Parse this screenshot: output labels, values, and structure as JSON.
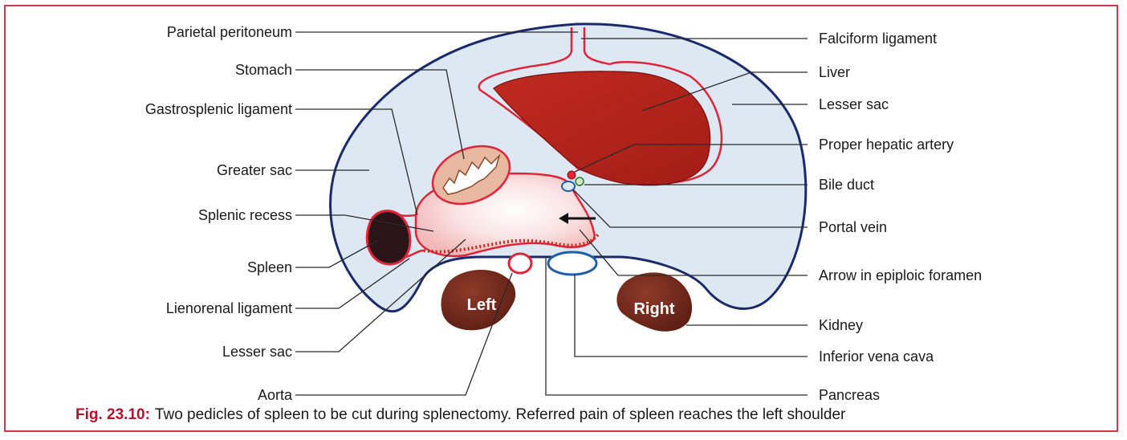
{
  "labels_left": {
    "parietal_peritoneum": "Parietal peritoneum",
    "stomach": "Stomach",
    "gastrosplenic_ligament": "Gastrosplenic ligament",
    "greater_sac": "Greater sac",
    "splenic_recess": "Splenic recess",
    "spleen": "Spleen",
    "lienorenal_ligament": "Lienorenal ligament",
    "lesser_sac": "Lesser sac",
    "aorta": "Aorta"
  },
  "labels_right": {
    "falciform_ligament": "Falciform ligament",
    "liver": "Liver",
    "lesser_sac": "Lesser sac",
    "proper_hepatic_artery": "Proper hepatic artery",
    "bile_duct": "Bile duct",
    "portal_vein": "Portal vein",
    "arrow_in_epiploic_foramen": "Arrow in epiploic foramen",
    "kidney": "Kidney",
    "inferior_vena_cava": "Inferior vena cava",
    "pancreas": "Pancreas"
  },
  "kidneys": {
    "left": "Left",
    "right": "Right"
  },
  "caption": {
    "figure_number": "Fig. 23.10:",
    "text": "Two pedicles of spleen to be cut during splenectomy. Referred pain of spleen reaches the left shoulder"
  },
  "colors": {
    "frame": "#d8344a",
    "peritoneal_cavity": "#dde8f3",
    "peritoneum_line": "#e0243a",
    "liver": "#b8231c",
    "kidney": "#7a2a1c",
    "spleen": "#2a1418",
    "ivc": "#1f5fa8"
  }
}
